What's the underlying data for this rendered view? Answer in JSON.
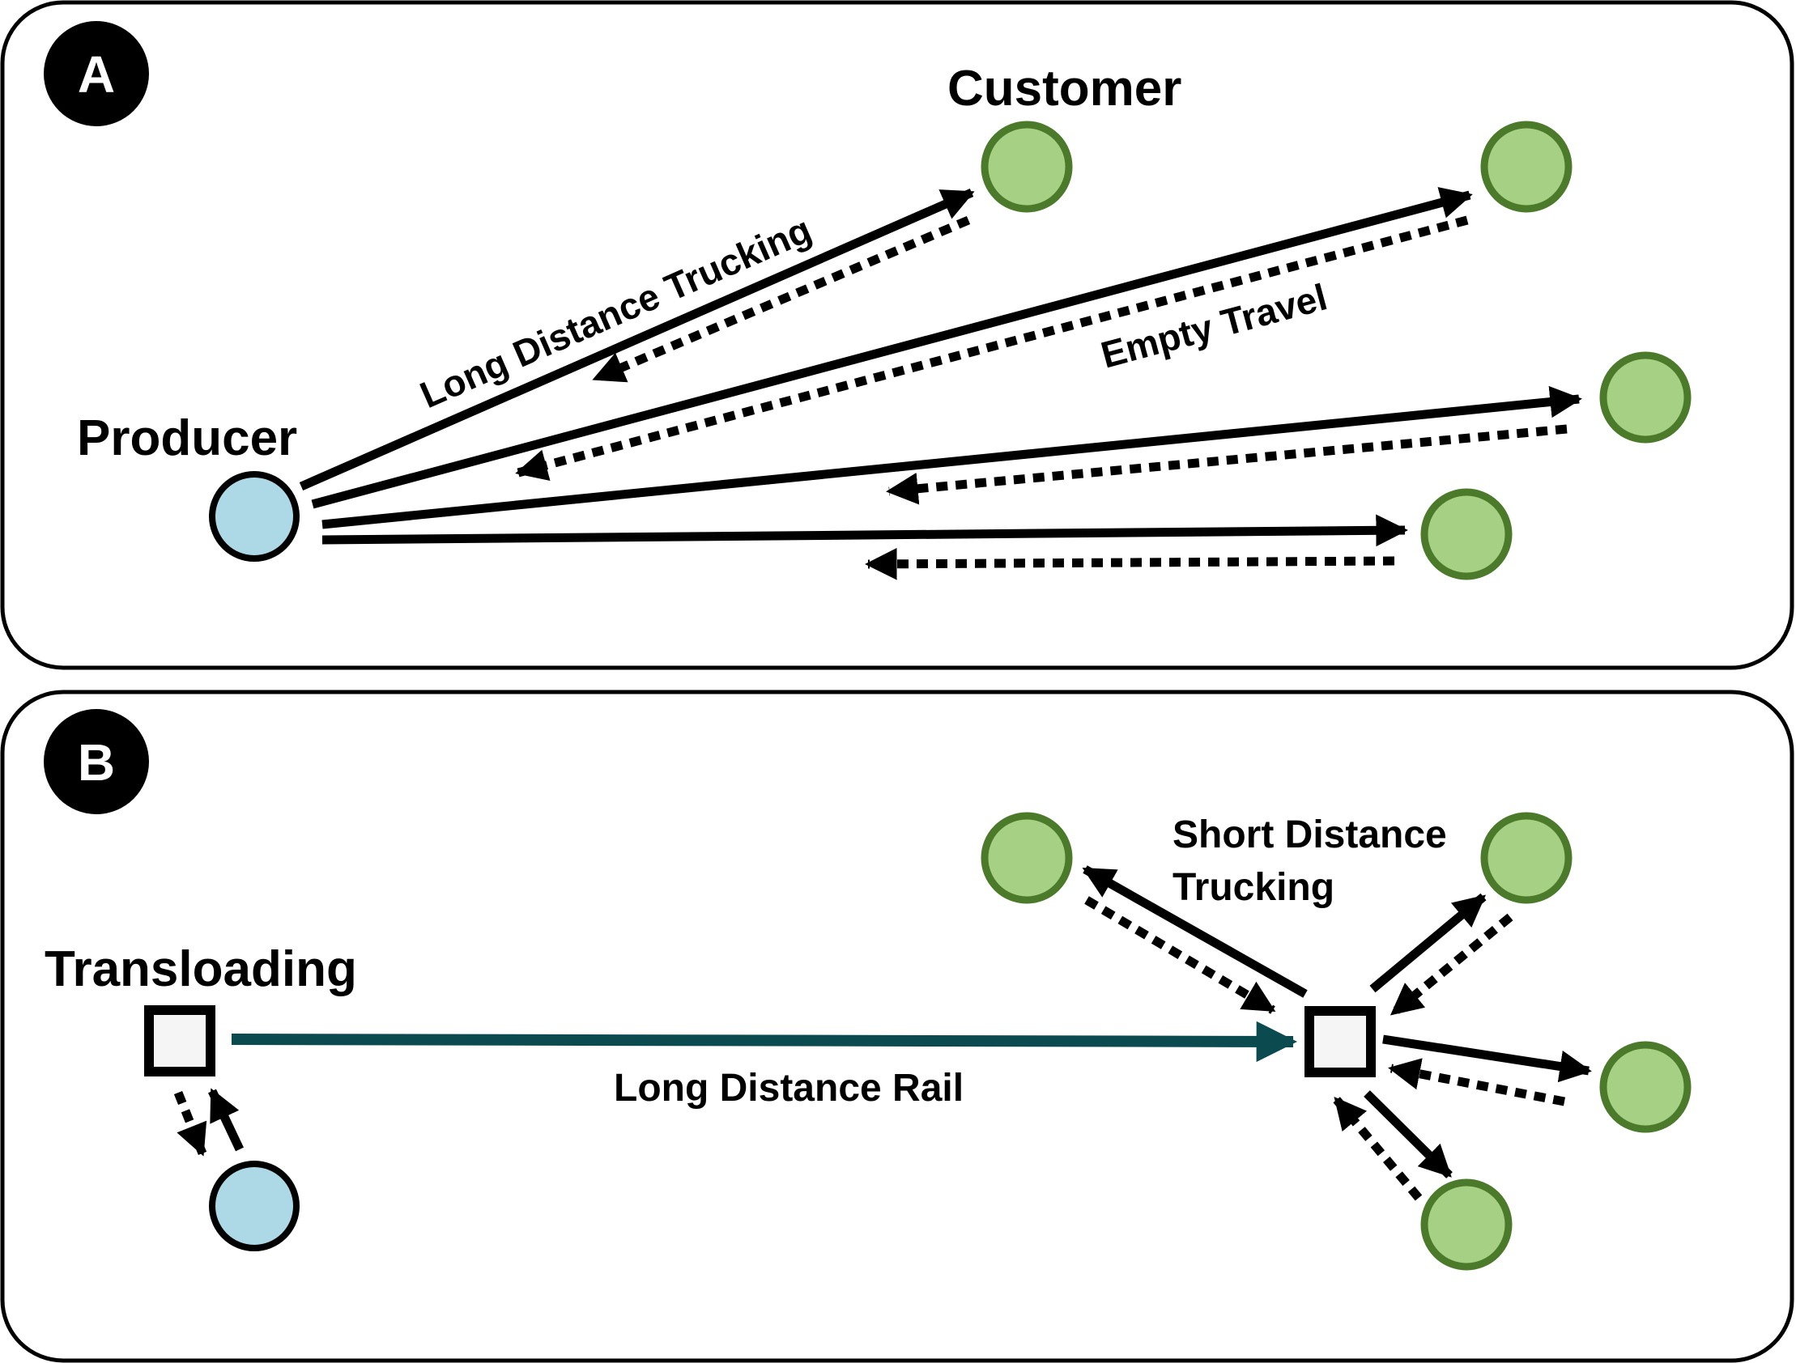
{
  "panel_a": {
    "letter": "A",
    "producer_label": "Producer",
    "customer_label": "Customer",
    "long_trucking_label": "Long Distance Trucking",
    "empty_travel_label": "Empty Travel"
  },
  "panel_b": {
    "letter": "B",
    "transloading_label": "Transloading",
    "short_trucking_label_line1": "Short Distance",
    "short_trucking_label_line2": "Trucking",
    "rail_label": "Long Distance Rail"
  },
  "colors": {
    "producer_fill": "#add8e6",
    "customer_fill": "#a6d184",
    "customer_stroke": "#4a7a2a",
    "rail": "#0b4a4f",
    "ink": "#000000"
  }
}
